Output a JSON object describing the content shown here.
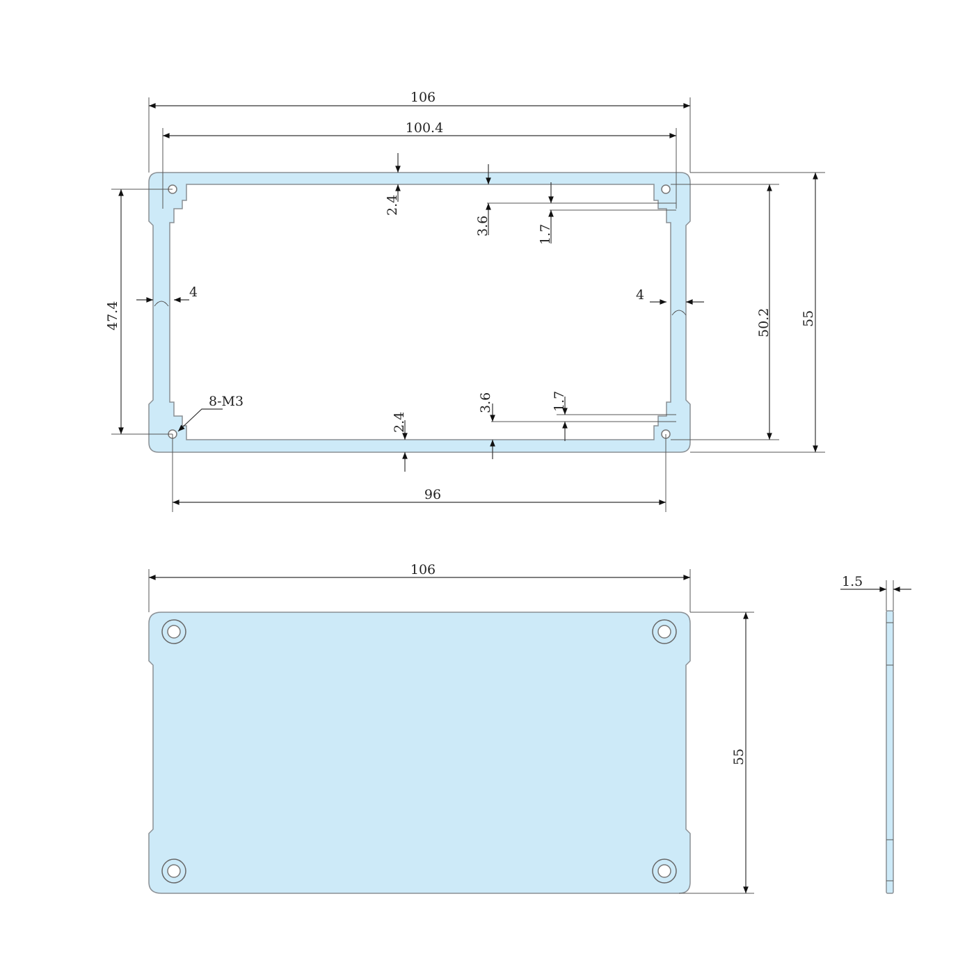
{
  "colors": {
    "part_fill": "#cdeaf8",
    "outline": "#8a8f94",
    "dimension": "#333333"
  },
  "profile_view": {
    "overall_width": "106",
    "inner_width": "100.4",
    "top_wall": "2.4",
    "top_slot_offset": "3.6",
    "top_slot_width": "1.7",
    "left_wall": "4",
    "right_wall": "4",
    "hole_pitch_vertical": "47.4",
    "inner_height": "50.2",
    "overall_height": "55",
    "screw_callout": "8-M3",
    "bottom_wall": "2.4",
    "bottom_slot_offset": "3.6",
    "bottom_slot_width": "1.7",
    "hole_pitch_horizontal": "96"
  },
  "end_cap_view": {
    "width": "106",
    "height": "55"
  },
  "side_view": {
    "thickness": "1.5"
  }
}
